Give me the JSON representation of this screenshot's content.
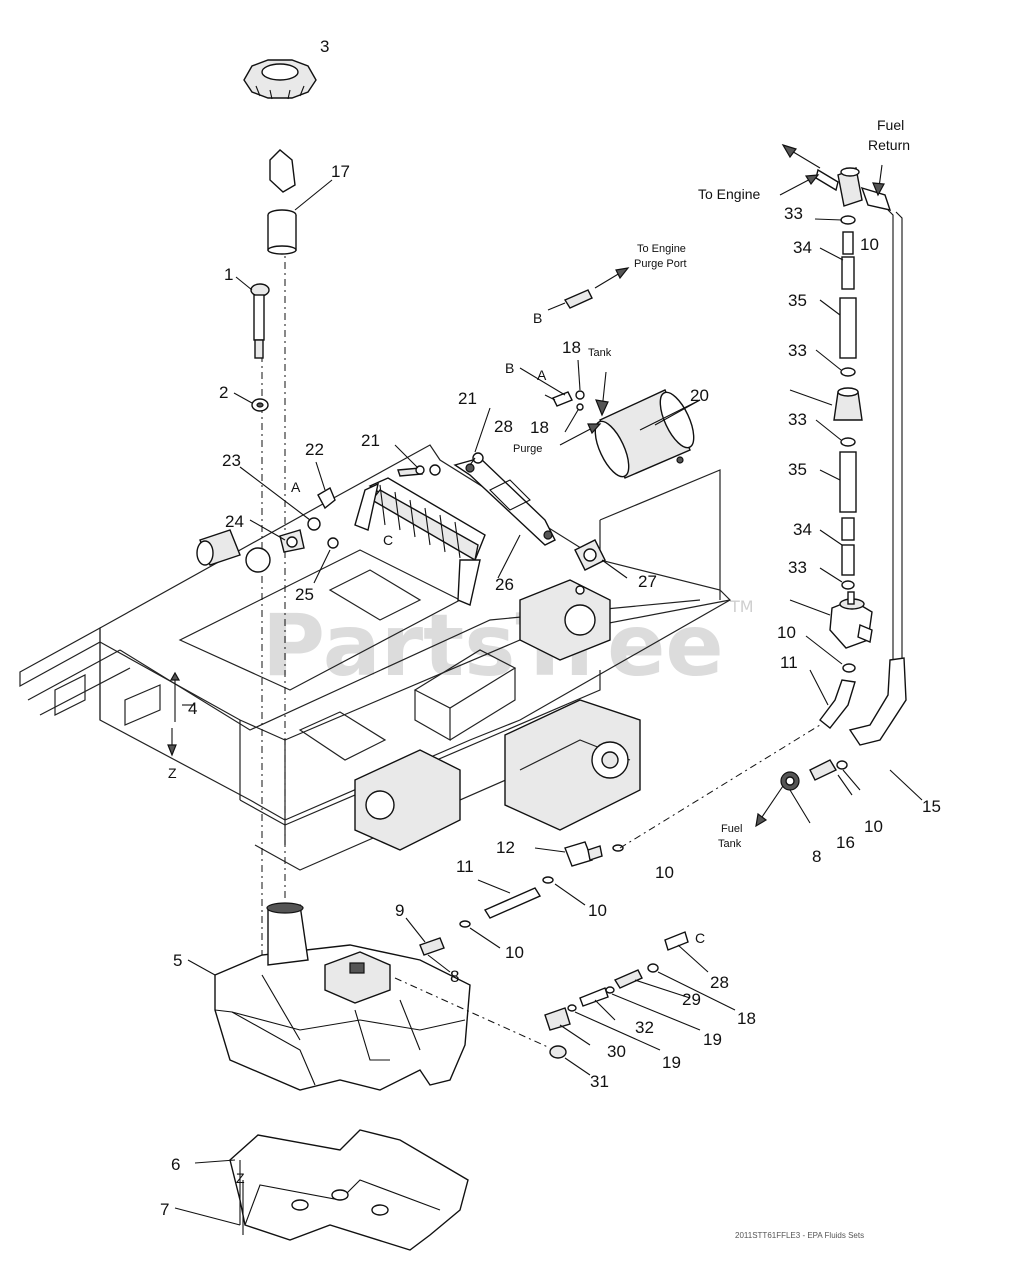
{
  "callouts": {
    "c1": "1",
    "c2": "2",
    "c3": "3",
    "c4": "4",
    "c5": "5",
    "c6": "6",
    "c7": "7",
    "c8a": "8",
    "c8b": "8",
    "c9": "9",
    "c10a": "10",
    "c10b": "10",
    "c10c": "10",
    "c10d": "10",
    "c10e": "10",
    "c10f": "10",
    "c11a": "11",
    "c11b": "11",
    "c12": "12",
    "c15": "15",
    "c16": "16",
    "c17": "17",
    "c18a": "18",
    "c18b": "18",
    "c18c": "18",
    "c19a": "19",
    "c19b": "19",
    "c20": "20",
    "c21a": "21",
    "c21b": "21",
    "c22": "22",
    "c23": "23",
    "c24": "24",
    "c25": "25",
    "c26": "26",
    "c27": "27",
    "c28a": "28",
    "c28b": "28",
    "c29": "29",
    "c30": "30",
    "c31": "31",
    "c32": "32",
    "c33a": "33",
    "c33b": "33",
    "c33c": "33",
    "c33d": "33",
    "c34a": "34",
    "c34b": "34",
    "c35a": "35",
    "c35b": "35"
  },
  "letters": {
    "a1": "A",
    "a2": "A",
    "b1": "B",
    "b2": "B",
    "c1": "C",
    "c2": "C",
    "z1": "Z",
    "z2": "Z"
  },
  "notes": {
    "fuel_return_1": "Fuel",
    "fuel_return_2": "Return",
    "to_engine": "To Engine",
    "purge_port_1": "To Engine",
    "purge_port_2": "Purge Port",
    "tank": "Tank",
    "purge": "Purge",
    "fuel_tank_1": "Fuel",
    "fuel_tank_2": "Tank"
  },
  "watermark": {
    "text": "PartsTree",
    "tm": "TM"
  },
  "footer": {
    "code": "2011STT61FFLE3 - EPA Fluids Sets"
  }
}
